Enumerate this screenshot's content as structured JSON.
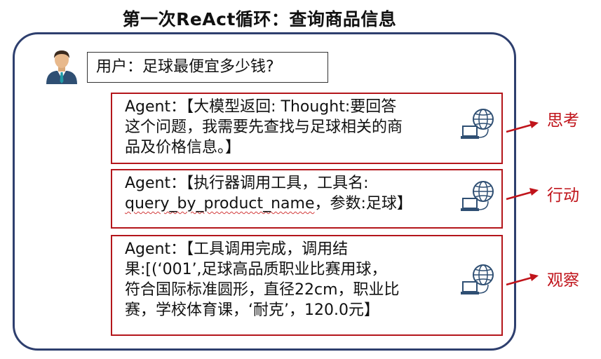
{
  "title": "第一次ReAct循环：查询商品信息",
  "user": {
    "text": "用户：足球最便宜多少钱?"
  },
  "agent_messages": [
    {
      "lines": [
        "Agent：【大模型返回: Thought:要回答",
        "这个问题，我需要先查找与足球相关的商",
        "品及价格信息。】"
      ],
      "label": "思考"
    },
    {
      "line1": "Agent：【执行器调用工具，工具名:",
      "line2_tool": "query_by_product_name",
      "line2_rest": "，参数:足球】",
      "label": "行动"
    },
    {
      "lines": [
        "Agent：【工具调用完成，调用结",
        "果:[(‘001’,足球高品质职业比赛用球，",
        "符合国际标准圆形，直径22cm，职业比",
        "赛，学校体育课，‘耐克’，120.0元】"
      ],
      "label": "观察"
    }
  ],
  "colors": {
    "frame": "#2e3f6e",
    "accent_red": "#c0141b",
    "box_border": "#b4161b"
  },
  "icons": {
    "user": "user-avatar-icon",
    "agent": "globe-laptop-icon",
    "arrow": "arrow-right-icon"
  }
}
